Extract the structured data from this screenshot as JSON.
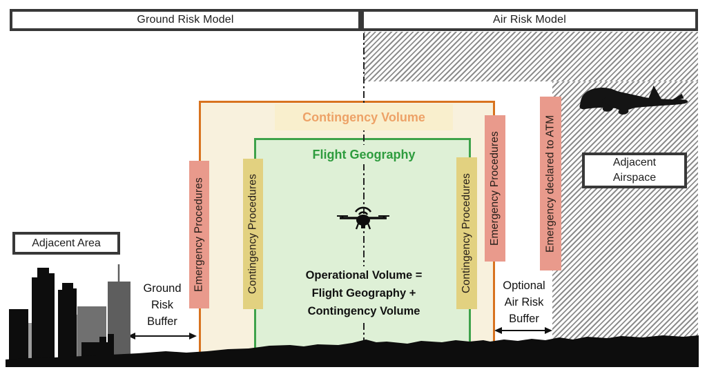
{
  "header": {
    "ground_risk_label": "Ground Risk Model",
    "air_risk_label": "Air Risk Model"
  },
  "volumes": {
    "contingency_volume_label": "Contingency Volume",
    "flight_geography_label": "Flight Geography",
    "operational_line1": "Operational Volume =",
    "operational_line2": "Flight Geography +",
    "operational_line3": "Contingency Volume"
  },
  "bars": {
    "emergency_left_label": "Emergency Procedures",
    "contingency_left_label": "Contingency Procedures",
    "contingency_right_label": "Contingency Procedures",
    "emergency_right_label": "Emergency Procedures",
    "atm_label": "Emergency declared to ATM"
  },
  "labels": {
    "adjacent_area": "Adjacent Area",
    "adjacent_airspace_line1": "Adjacent",
    "adjacent_airspace_line2": "Airspace",
    "ground_buffer_line1": "Ground",
    "ground_buffer_line2": "Risk",
    "ground_buffer_line3": "Buffer",
    "air_buffer_line1": "Optional",
    "air_buffer_line2": "Air Risk",
    "air_buffer_line3": "Buffer"
  },
  "icons": {
    "drone": "drone-icon",
    "airplane": "airplane-icon",
    "city": "city-skyline",
    "terrain": "terrain-silhouette"
  },
  "colors": {
    "contingency_border": "#d8731f",
    "contingency_fill": "#f8f1dd",
    "contingency_text": "#eda267",
    "flight_border": "#3ea24a",
    "flight_fill": "#def0d6",
    "flight_text": "#2e9c3e",
    "emergency_bar": "#e99a8c",
    "contingency_bar": "#e2d180",
    "hatch_stripe": "#8c8c8c",
    "outline": "#383838",
    "silhouette": "#0d0d0d"
  }
}
